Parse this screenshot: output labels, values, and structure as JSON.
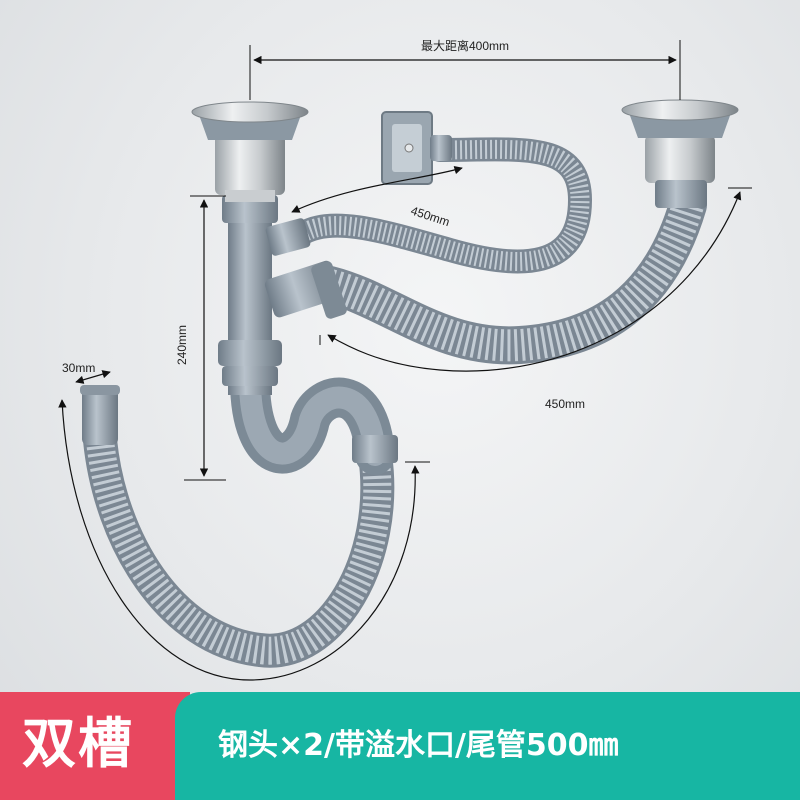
{
  "product_photo": {
    "dimensions": {
      "max_distance": "最大距离400mm",
      "overflow_hose": "450mm",
      "right_hose": "450mm",
      "height": "240mm",
      "tail_diameter": "30mm",
      "tail_hose": "500mm"
    }
  },
  "banner": {
    "title": "双槽",
    "subtitle": "钢头×2/带溢水口/尾管500㎜"
  },
  "colors": {
    "banner_pink": "#e8475f",
    "banner_teal": "#17b6a3",
    "pipe_gray": "#8e9aa5"
  }
}
